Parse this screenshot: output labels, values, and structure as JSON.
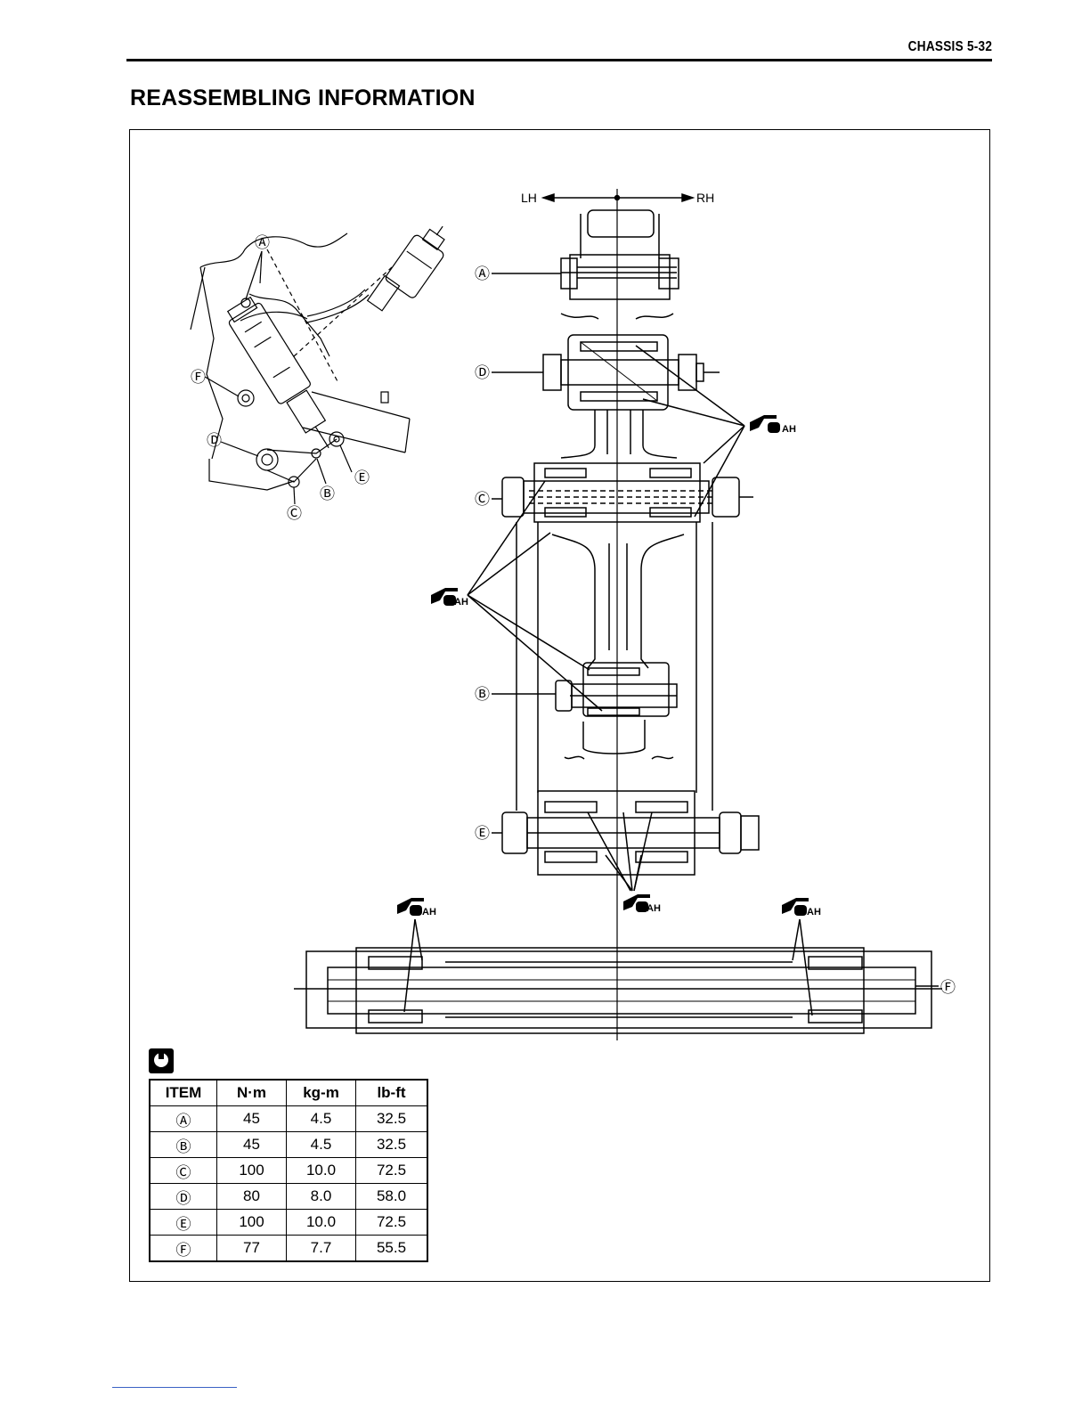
{
  "header": {
    "page_ref": "CHASSIS 5-32"
  },
  "section": {
    "title": "REASSEMBLING INFORMATION"
  },
  "diagram": {
    "direction_left": "LH",
    "direction_right": "RH",
    "callouts": {
      "a": "Ⓐ",
      "b": "Ⓑ",
      "c": "Ⓒ",
      "d": "Ⓓ",
      "e": "Ⓔ",
      "f": "Ⓕ"
    },
    "grease_label": "AH"
  },
  "torque_table": {
    "icon": "torque-wrench-icon",
    "headers": [
      "ITEM",
      "N·m",
      "kg-m",
      "lb-ft"
    ],
    "rows": [
      [
        "Ⓐ",
        "45",
        "4.5",
        "32.5"
      ],
      [
        "Ⓑ",
        "45",
        "4.5",
        "32.5"
      ],
      [
        "Ⓒ",
        "100",
        "10.0",
        "72.5"
      ],
      [
        "Ⓓ",
        "80",
        "8.0",
        "58.0"
      ],
      [
        "Ⓔ",
        "100",
        "10.0",
        "72.5"
      ],
      [
        "Ⓕ",
        "77",
        "7.7",
        "55.5"
      ]
    ]
  }
}
